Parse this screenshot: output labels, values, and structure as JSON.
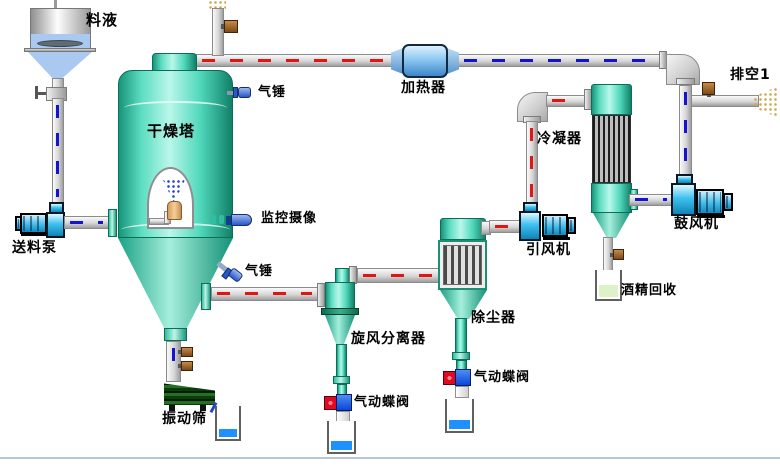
{
  "labels": {
    "feed_liquid": "料液",
    "drying_tower": "干燥塔",
    "air_hammer_upper": "气锤",
    "camera": "监控摄像",
    "air_hammer_lower": "气锤",
    "feed_pump": "送料泵",
    "heater": "加热器",
    "vent": "排空1",
    "condenser": "冷凝器",
    "induced_draft_fan": "引风机",
    "blower": "鼓风机",
    "alcohol_recovery": "酒精回收",
    "cyclone_separator": "旋风分离器",
    "dust_collector": "除尘器",
    "butterfly_valve_cyclone": "气动蝶阀",
    "butterfly_valve_dust": "气动蝶阀",
    "vibrating_screen": "振动筛"
  },
  "colors": {
    "vessel_teal": "#3ED1B5",
    "pipe_gray": "#D2D2D2",
    "hot_flow_dash": "#E31414",
    "cold_flow_dash": "#1414CF",
    "pump_cyan": "#3EC1F0",
    "heater_blue": "#8CC8F2",
    "small_valve_brown": "#8A5524",
    "butterfly_valve_blue": "#0A46D8",
    "butterfly_actuator_red": "#E00A22",
    "screen_green": "#0B3C0B",
    "feed_liquid_blue": "#A9C9F1",
    "collected_liquid_blue": "#1E90FF",
    "alcohol_liquid_green": "#DDF2C9"
  }
}
